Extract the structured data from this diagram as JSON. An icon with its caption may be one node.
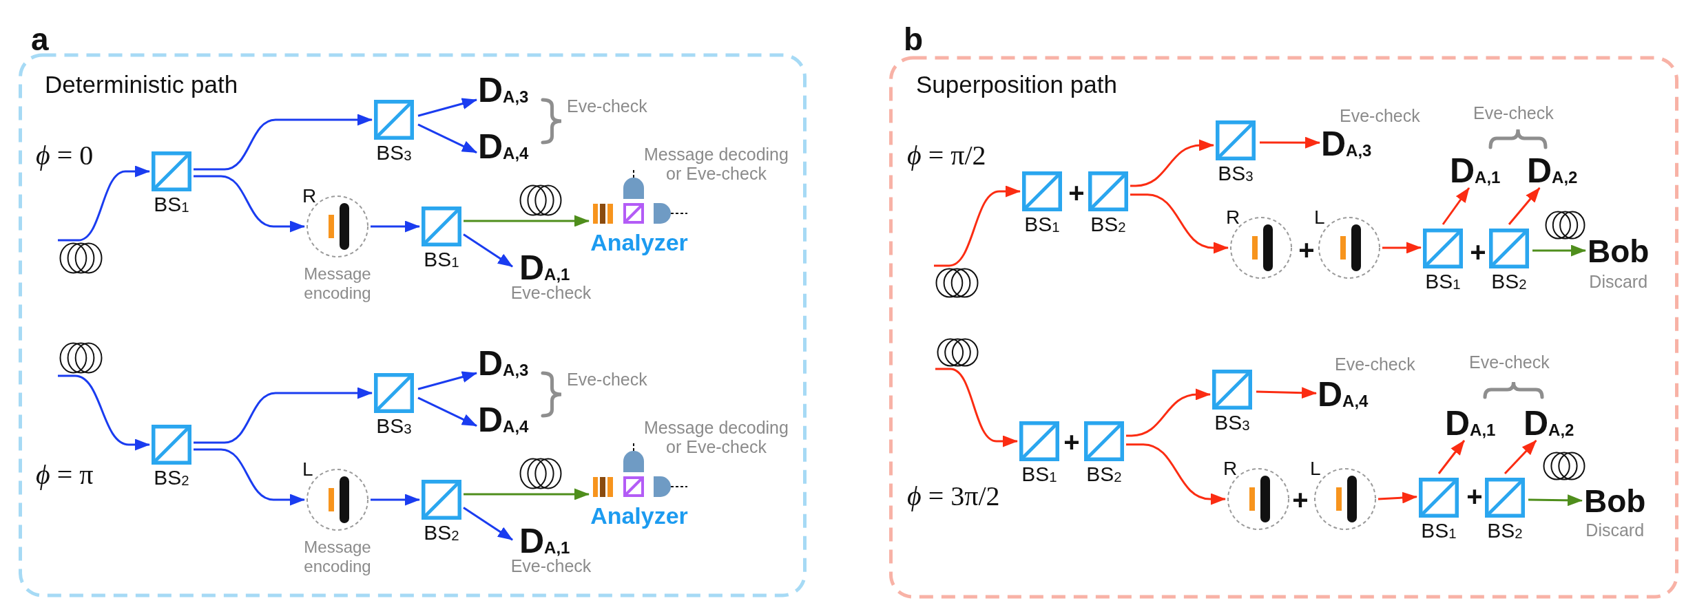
{
  "diagram": {
    "nodes": [
      {
        "text": [
          "a",
          "Deterministic path"
        ]
      },
      {
        "text": [],
        "shape": "coil",
        "in": 0
      },
      {
        "text": [
          "BS$_{1}$"
        ],
        "in": 0
      },
      {
        "text": [
          "BS$_{3}$"
        ],
        "in": 0
      },
      {
        "text": [
          "D$_{A,3}$"
        ],
        "in": 0
      },
      {
        "text": [
          "D$_{A,4}$"
        ],
        "in": 0
      },
      {
        "text": [
          "R"
        ],
        "beside": [
          "Message encoding"
        ],
        "in": 0
      },
      {
        "text": [
          "BS$_{1}$"
        ],
        "in": 0
      },
      {
        "text": [
          "D$_{A,1}$"
        ],
        "beside": [
          "Eve-check"
        ],
        "in": 0
      },
      {
        "text": [
          "Analyzer"
        ],
        "beside": [
          "Message decoding or Eve-check"
        ],
        "in": 0
      },
      {
        "text": [],
        "shape": "coil",
        "in": 0
      },
      {
        "text": [
          "BS$_{2}$"
        ],
        "in": 0
      },
      {
        "text": [
          "BS$_{3}$"
        ],
        "in": 0
      },
      {
        "text": [
          "D$_{A,3}$"
        ],
        "in": 0
      },
      {
        "text": [
          "D$_{A,4}$"
        ],
        "in": 0
      },
      {
        "text": [
          "L"
        ],
        "beside": [
          "Message encoding"
        ],
        "in": 0
      },
      {
        "text": [
          "BS$_{2}$"
        ],
        "in": 0
      },
      {
        "text": [
          "D$_{A,1}$"
        ],
        "beside": [
          "Eve-check"
        ],
        "in": 0
      },
      {
        "text": [
          "Analyzer"
        ],
        "beside": [
          "Message decoding or Eve-check"
        ],
        "in": 0
      },
      {
        "text": [
          "b",
          "Superposition path"
        ]
      },
      {
        "text": [],
        "shape": "coil",
        "in": 19
      },
      {
        "text": [
          "BS$_{1}$"
        ],
        "in": 19
      },
      {
        "text": [
          "BS$_{2}$"
        ],
        "in": 19
      },
      {
        "text": [
          "BS$_{3}$"
        ],
        "in": 19
      },
      {
        "text": [
          "D$_{A,3}$"
        ],
        "beside": [
          "Eve-check"
        ],
        "in": 19
      },
      {
        "text": [
          "R"
        ],
        "in": 19
      },
      {
        "text": [
          "L"
        ],
        "in": 19
      },
      {
        "text": [
          "BS$_{1}$"
        ],
        "in": 19
      },
      {
        "text": [
          "BS$_{2}$"
        ],
        "in": 19
      },
      {
        "text": [
          "D$_{A,1}$"
        ],
        "in": 19
      },
      {
        "text": [
          "D$_{A,2}$"
        ],
        "in": 19
      },
      {
        "text": [
          "Bob"
        ],
        "beside": [
          "Discard"
        ],
        "in": 19
      },
      {
        "text": [],
        "shape": "coil",
        "in": 19
      },
      {
        "text": [
          "BS$_{1}$"
        ],
        "in": 19
      },
      {
        "text": [
          "BS$_{2}$"
        ],
        "in": 19
      },
      {
        "text": [
          "BS$_{3}$"
        ],
        "in": 19
      },
      {
        "text": [
          "D$_{A,4}$"
        ],
        "beside": [
          "Eve-check"
        ],
        "in": 19
      },
      {
        "text": [
          "R"
        ],
        "in": 19
      },
      {
        "text": [
          "L"
        ],
        "in": 19
      },
      {
        "text": [
          "BS$_{1}$"
        ],
        "in": 19
      },
      {
        "text": [
          "BS$_{2}$"
        ],
        "in": 19
      },
      {
        "text": [
          "D$_{A,1}$"
        ],
        "in": 19
      },
      {
        "text": [
          "D$_{A,2}$"
        ],
        "in": 19
      },
      {
        "text": [
          "Bob"
        ],
        "beside": [
          "Discard"
        ],
        "in": 19
      }
    ],
    "edges": [
      {
        "from": 1,
        "to": 2,
        "arrow": "to",
        "color": "#1a3cf0"
      },
      {
        "from": 2,
        "to": 3,
        "arrow": "to",
        "color": "#1a3cf0"
      },
      {
        "from": 2,
        "to": 6,
        "arrow": "to",
        "color": "#1a3cf0"
      },
      {
        "from": 3,
        "to": 4,
        "arrow": "to",
        "color": "#1a3cf0"
      },
      {
        "from": 3,
        "to": 5,
        "arrow": "to",
        "color": "#1a3cf0"
      },
      {
        "from": 6,
        "to": 7,
        "arrow": "to",
        "color": "#1a3cf0"
      },
      {
        "from": 7,
        "to": 9,
        "arrow": "to",
        "color": "#4f8e1c"
      },
      {
        "from": 7,
        "to": 8,
        "arrow": "to",
        "color": "#1a3cf0"
      },
      {
        "from": 10,
        "to": 11,
        "arrow": "to",
        "color": "#1a3cf0"
      },
      {
        "from": 11,
        "to": 12,
        "arrow": "to",
        "color": "#1a3cf0"
      },
      {
        "from": 11,
        "to": 15,
        "arrow": "to",
        "color": "#1a3cf0"
      },
      {
        "from": 12,
        "to": 13,
        "arrow": "to",
        "color": "#1a3cf0"
      },
      {
        "from": 12,
        "to": 14,
        "arrow": "to",
        "color": "#1a3cf0"
      },
      {
        "from": 15,
        "to": 16,
        "arrow": "to",
        "color": "#1a3cf0"
      },
      {
        "from": 16,
        "to": 18,
        "arrow": "to",
        "color": "#4f8e1c"
      },
      {
        "from": 16,
        "to": 17,
        "arrow": "to",
        "color": "#1a3cf0"
      },
      {
        "from": 20,
        "to": 21,
        "arrow": "to",
        "color": "#fb2c12"
      },
      {
        "from": 22,
        "to": 23,
        "arrow": "to",
        "color": "#fb2c12"
      },
      {
        "from": 22,
        "to": 25,
        "arrow": "to",
        "color": "#fb2c12"
      },
      {
        "from": 23,
        "to": 24,
        "arrow": "to",
        "color": "#fb2c12"
      },
      {
        "from": 26,
        "to": 27,
        "arrow": "to",
        "color": "#fb2c12"
      },
      {
        "from": 27,
        "to": 29,
        "arrow": "to",
        "color": "#fb2c12"
      },
      {
        "from": 28,
        "to": 30,
        "arrow": "to",
        "color": "#fb2c12"
      },
      {
        "from": 28,
        "to": 31,
        "arrow": "to",
        "color": "#4f8e1c"
      },
      {
        "from": 32,
        "to": 33,
        "arrow": "to",
        "color": "#fb2c12"
      },
      {
        "from": 34,
        "to": 35,
        "arrow": "to",
        "color": "#fb2c12"
      },
      {
        "from": 34,
        "to": 37,
        "arrow": "to",
        "color": "#fb2c12"
      },
      {
        "from": 35,
        "to": 36,
        "arrow": "to",
        "color": "#fb2c12"
      },
      {
        "from": 38,
        "to": 39,
        "arrow": "to",
        "color": "#fb2c12"
      },
      {
        "from": 39,
        "to": 41,
        "arrow": "to",
        "color": "#fb2c12"
      },
      {
        "from": 40,
        "to": 42,
        "arrow": "to",
        "color": "#fb2c12"
      },
      {
        "from": 40,
        "to": 43,
        "arrow": "to",
        "color": "#4f8e1c"
      }
    ],
    "labels": [
      "*ϕ* = 0",
      "Eve-check",
      "*ϕ* = π",
      "Eve-check",
      "*ϕ* = π/2",
      "+",
      "+",
      "+",
      "Eve-check",
      "*ϕ* = 3π/2",
      "+",
      "+",
      "+",
      "Eve-check"
    ]
  }
}
